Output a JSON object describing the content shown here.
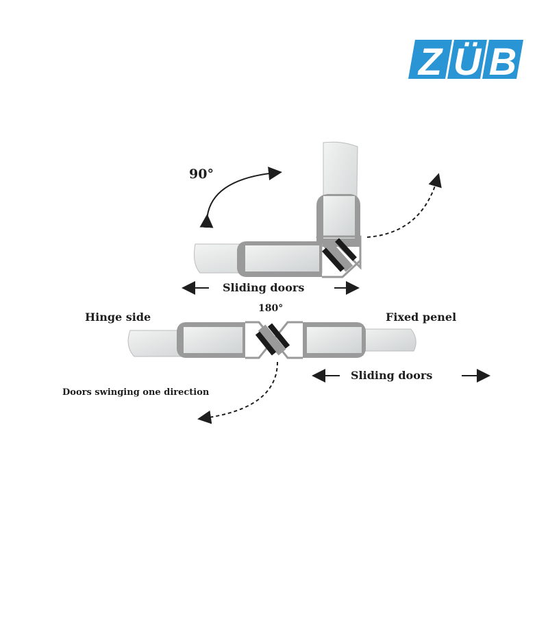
{
  "logo": {
    "text": "ZÜB",
    "letters": [
      "Z",
      "Ü",
      "B"
    ],
    "color": "#2a95d5"
  },
  "diagram": {
    "angle_90": "90°",
    "angle_180": "180°",
    "sliding_doors_top": "Sliding doors",
    "sliding_doors_bottom": "Sliding doors",
    "hinge_side": "Hinge side",
    "fixed_panel": "Fixed penel",
    "doors_swinging": "Doors swinging one direction"
  },
  "colors": {
    "housing": "#9a9a9a",
    "glass": "#e4e6e6",
    "seal": "#1a1a1a",
    "arrow": "#1e1e1e"
  }
}
